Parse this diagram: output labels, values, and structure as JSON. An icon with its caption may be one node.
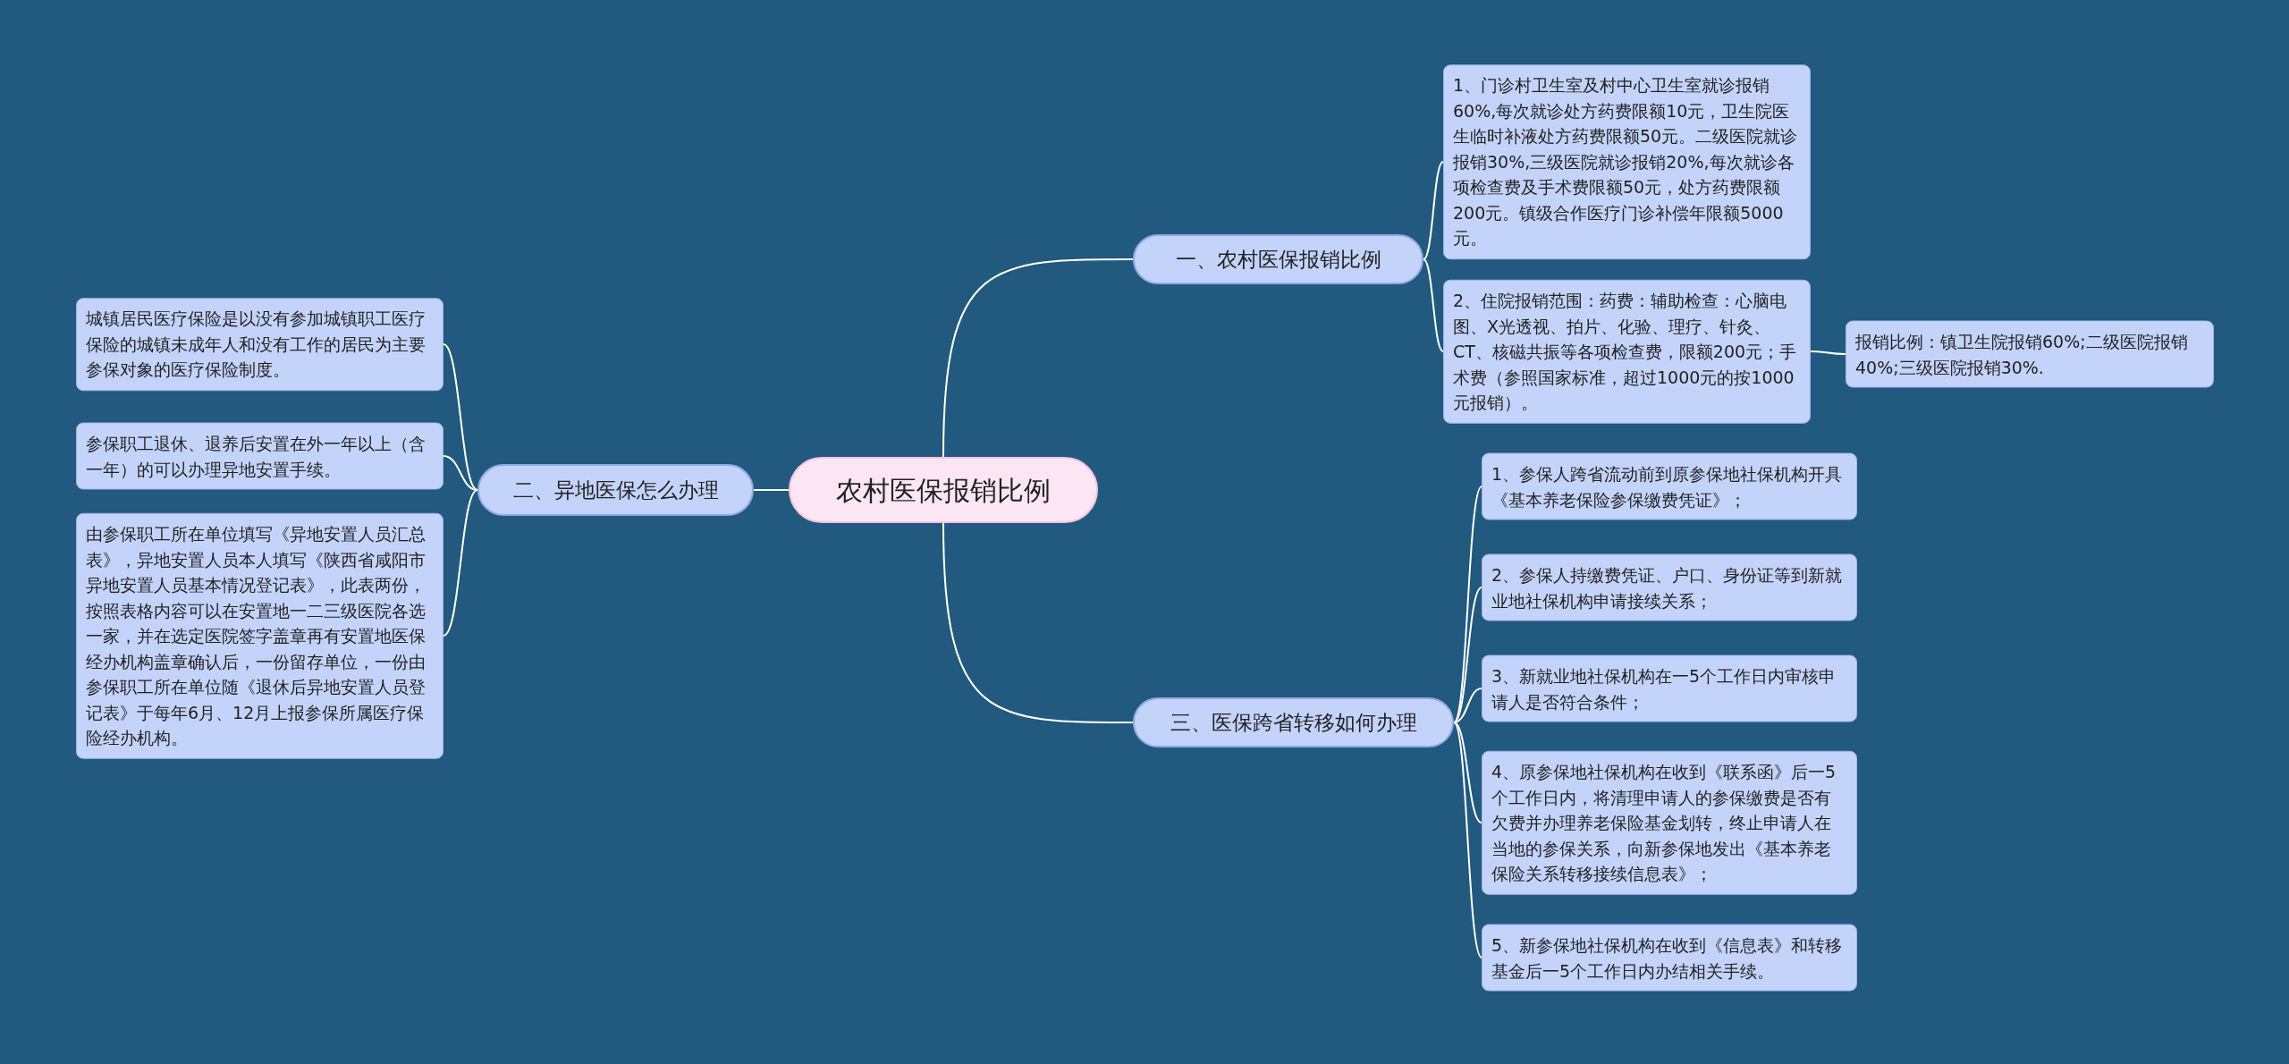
{
  "diagram": {
    "nodes": [
      {
        "text": [
          "农村医保报销比例"
        ]
      },
      {
        "text": [
          "一、农村医保报销比例"
        ]
      },
      {
        "text": [
          "1、门诊村卫生室及村中心卫生室就诊报销60%,每次就诊处方药费限额10元，卫生院医生临时补液处方药费限额50元。二级医院就诊报销30%,三级医院就诊报销20%,每次就诊各项检查费及手术费限额50元，处方药费限额200元。镇级合作医疗门诊补偿年限额5000元。"
        ]
      },
      {
        "text": [
          "2、住院报销范围：药费：辅助检查：心脑电图、X光透视、拍片、化验、理疗、针灸、CT、核磁共振等各项检查费，限额200元；手术费（参照国家标准，超过1000元的按1000元报销）。"
        ]
      },
      {
        "text": [
          "报销比例：镇卫生院报销60%;二级医院报销40%;三级医院报销30%."
        ]
      },
      {
        "text": [
          "二、异地医保怎么办理"
        ]
      },
      {
        "text": [
          "城镇居民医疗保险是以没有参加城镇职工医疗保险的城镇未成年人和没有工作的居民为主要参保对象的医疗保险制度。"
        ]
      },
      {
        "text": [
          "参保职工退休、退养后安置在外一年以上（含一年）的可以办理异地安置手续。"
        ]
      },
      {
        "text": [
          "由参保职工所在单位填写《异地安置人员汇总表》，异地安置人员本人填写《陕西省咸阳市异地安置人员基本情况登记表》，此表两份，按照表格内容可以在安置地一二三级医院各选一家，并在选定医院签字盖章再有安置地医保经办机构盖章确认后，一份留存单位，一份由参保职工所在单位随《退休后异地安置人员登记表》于每年6月、12月上报参保所属医疗保险经办机构。"
        ]
      },
      {
        "text": [
          "三、医保跨省转移如何办理"
        ]
      },
      {
        "text": [
          "1、参保人跨省流动前到原参保地社保机构开具《基本养老保险参保缴费凭证》；"
        ]
      },
      {
        "text": [
          "2、参保人持缴费凭证、户口、身份证等到新就业地社保机构申请接续关系；"
        ]
      },
      {
        "text": [
          "3、新就业地社保机构在一5个工作日内审核申请人是否符合条件；"
        ]
      },
      {
        "text": [
          "4、原参保地社保机构在收到《联系函》后一5个工作日内，将清理申请人的参保缴费是否有欠费并办理养老保险基金划转，终止申请人在当地的参保关系，向新参保地发出《基本养老保险关系转移接续信息表》；"
        ]
      },
      {
        "text": [
          "5、新参保地社保机构在收到《信息表》和转移基金后一5个工作日内办结相关手续。"
        ]
      }
    ],
    "edges": [
      {
        "from": 0,
        "to": 1,
        "arrow": "none"
      },
      {
        "from": 1,
        "to": 2,
        "arrow": "none"
      },
      {
        "from": 1,
        "to": 3,
        "arrow": "none"
      },
      {
        "from": 3,
        "to": 4,
        "arrow": "none"
      },
      {
        "from": 0,
        "to": 5,
        "arrow": "none"
      },
      {
        "from": 5,
        "to": 6,
        "arrow": "none"
      },
      {
        "from": 5,
        "to": 7,
        "arrow": "none"
      },
      {
        "from": 5,
        "to": 8,
        "arrow": "none"
      },
      {
        "from": 0,
        "to": 9,
        "arrow": "none"
      },
      {
        "from": 9,
        "to": 10,
        "arrow": "none"
      },
      {
        "from": 9,
        "to": 11,
        "arrow": "none"
      },
      {
        "from": 9,
        "to": 12,
        "arrow": "none"
      },
      {
        "from": 9,
        "to": 13,
        "arrow": "none"
      },
      {
        "from": 9,
        "to": 14,
        "arrow": "none"
      }
    ]
  }
}
